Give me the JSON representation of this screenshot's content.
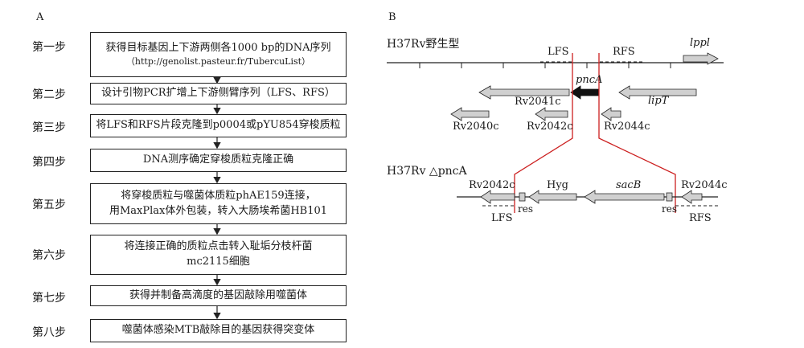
{
  "panelA": {
    "letter": "A",
    "steps": [
      {
        "label": "第一步",
        "lines": [
          "获得目标基因上下游两侧各1000 bp的DNA序列"
        ],
        "sub": "（http://genolist.pasteur.fr/TubercuList）"
      },
      {
        "label": "第二步",
        "lines": [
          "设计引物PCR扩增上下游侧臂序列（LFS、RFS）"
        ]
      },
      {
        "label": "第三步",
        "lines": [
          "将LFS和RFS片段克隆到p0004或pYU854穿梭质粒"
        ]
      },
      {
        "label": "第四步",
        "lines": [
          "DNA测序确定穿梭质粒克隆正确"
        ]
      },
      {
        "label": "第五步",
        "lines": [
          "将穿梭质粒与噬菌体质粒phAE159连接，",
          "用MaxPlax体外包装，转入大肠埃希菌HB101"
        ]
      },
      {
        "label": "第六步",
        "lines": [
          "将连接正确的质粒点击转入耻垢分枝杆菌",
          "mc2115细胞"
        ]
      },
      {
        "label": "第七步",
        "lines": [
          "获得并制备高滴度的基因敲除用噬菌体"
        ]
      },
      {
        "label": "第八步",
        "lines": [
          "噬菌体感染MTB敲除目的基因获得突变体"
        ]
      }
    ]
  },
  "panelB": {
    "letter": "B",
    "wildtype_title": "H37Rv野生型",
    "mutant_title": "H37Rv △pncA",
    "wildtype": {
      "LFS": "LFS",
      "RFS": "RFS",
      "lppl": "lppl",
      "pncA": "pncA",
      "Rv2041c": "Rv2041c",
      "lipT": "lipT",
      "Rv2040c": "Rv2040c",
      "Rv2042c": "Rv2042c",
      "Rv2044c": "Rv2044c"
    },
    "mutant": {
      "Rv2042c": "Rv2042c",
      "Hyg": "Hyg",
      "sacB": "sacB",
      "Rv2044c": "Rv2044c",
      "res_left": "res",
      "res_right": "res",
      "LFS": "LFS",
      "RFS": "RFS"
    },
    "colors": {
      "gene_fill": "#d0d0d0",
      "pncA_fill": "#111111",
      "deletion_line": "#cc1f1f"
    }
  }
}
